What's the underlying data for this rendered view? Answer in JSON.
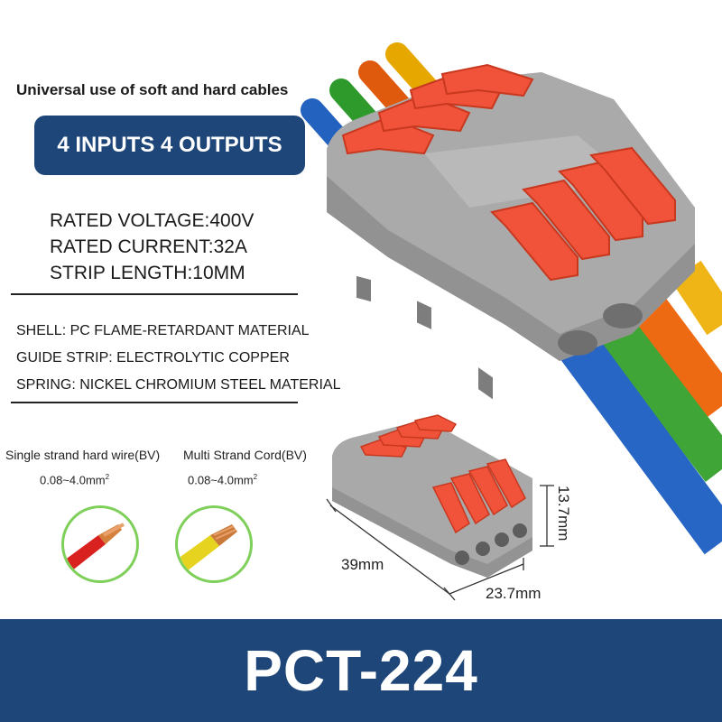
{
  "tagline": "Universal use of soft and hard cables",
  "io_badge": "4 INPUTS 4 OUTPUTS",
  "ratings": {
    "voltage": "RATED VOLTAGE:400V",
    "current": "RATED CURRENT:32A",
    "strip_length": "STRIP LENGTH:10MM"
  },
  "materials": {
    "shell": "SHELL: PC FLAME-RETARDANT MATERIAL",
    "guide_strip": "GUIDE STRIP: ELECTROLYTIC COPPER",
    "spring": "SPRING: NICKEL CHROMIUM STEEL MATERIAL"
  },
  "wires": {
    "single": {
      "label": "Single strand hard wire(BV)",
      "range": "0.08~4.0mm",
      "exp": "2"
    },
    "multi": {
      "label": "Multi Strand Cord(BV)",
      "range": "0.08~4.0mm",
      "exp": "2"
    }
  },
  "dimensions": {
    "length": "39mm",
    "width": "23.7mm",
    "height": "13.7mm"
  },
  "model": "PCT-224",
  "colors": {
    "navy": "#1f4679",
    "lever_orange": "#f0533a",
    "housing_grey": "#a9a9a9",
    "wire_blue": "#2766c4",
    "wire_green": "#3fa536",
    "wire_orange": "#ee6a12",
    "wire_yellow": "#f0b818"
  }
}
